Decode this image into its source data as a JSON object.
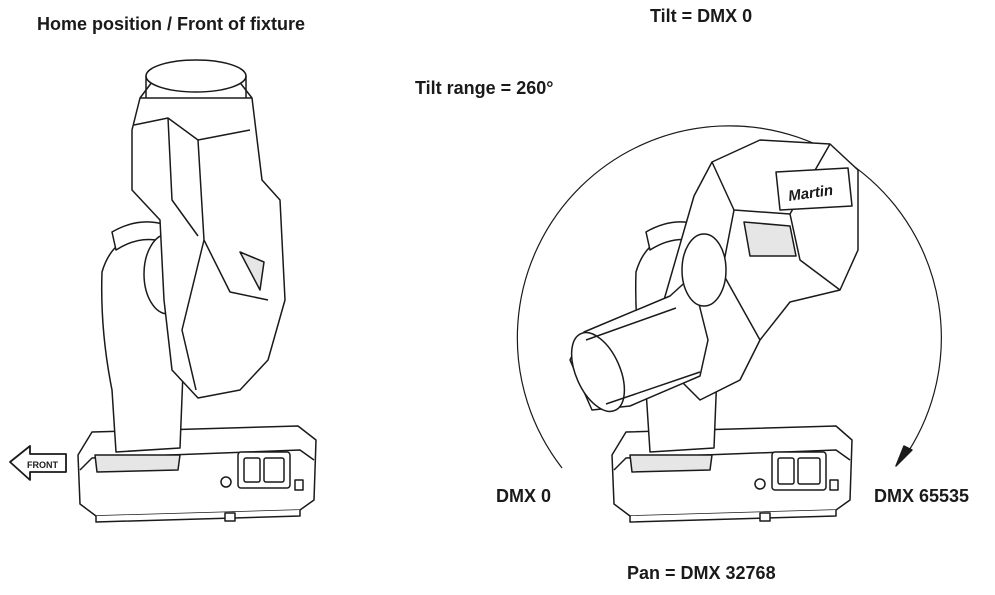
{
  "labels": {
    "home_position": "Home position / Front of fixture",
    "tilt_dmx0": "Tilt = DMX 0",
    "tilt_range": "Tilt range = 260°",
    "dmx0": "DMX 0",
    "dmx65535": "DMX 65535",
    "pan": "Pan = DMX 32768",
    "front_arrow": "FRONT",
    "brand": "Martin"
  },
  "colors": {
    "line": "#1a1a1a",
    "fill": "#ffffff",
    "shade": "#e6e6e6"
  },
  "tilt_range_degrees": 260
}
